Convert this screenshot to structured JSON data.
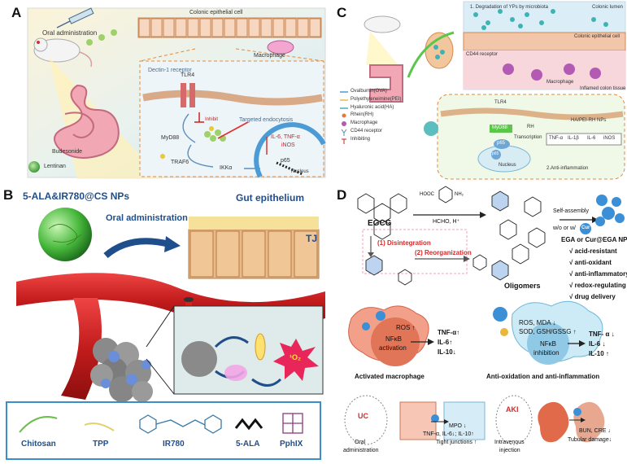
{
  "panel_a": {
    "label": "A",
    "oral_administration": "Oral administration",
    "colonic_epithelial_cell": "Colonic epithelial cell",
    "macrophage": "Macrophage",
    "dectin_receptor": "Dectin-1 receptor",
    "tlr4": "TLR4",
    "inhibit": "Inhibit",
    "targeted_endocytosis": "Targeted endocytosis",
    "myd88": "MyD88",
    "traf6": "TRAF6",
    "ikka": "IKKα",
    "cytokines_line1": "IL-6, TNF-α",
    "cytokines_line2": "iNOS",
    "p65": "p65",
    "nucleus": "Nucleus",
    "budesonide": "Budesonide",
    "lentinan": "Lentinan"
  },
  "panel_b": {
    "label": "B",
    "nps_title": "5-ALA&IR780@CS NPs",
    "oral_administration": "Oral administration",
    "gut_epithelium": "Gut epithelium",
    "tj": "TJ",
    "singlet_oxygen": "¹O₂",
    "legend": [
      "Chitosan",
      "TPP",
      "IR780",
      "5-ALA",
      "PphIX"
    ]
  },
  "panel_c": {
    "label": "C",
    "step1": "1. Degradation of YPs by microbiota",
    "colonic_lumen": "Colonic lumen",
    "colonic_epithelial_cell": "Colonic epithelial cell",
    "cd44_receptor": "CD44 receptor",
    "macrophage": "Macrophage",
    "inflamed_tissue": "Inflamed colon tissue",
    "tlr4": "TLR4",
    "ha_pei_rh": "HA/PEI-RH NPs",
    "myd88": "MyD88",
    "rh": "RH",
    "p65_top": "p65",
    "p65_nuc": "p65",
    "nucleus": "Nucleus",
    "transcription": "Transcription",
    "cyt_tnf": "TNF-α",
    "cyt_il1": "IL-1β",
    "cyt_il6": "IL-6",
    "cyt_inos": "iNOS",
    "step2": "2.Anti-inflammation",
    "legend": [
      "Ovalbumin(OVA)",
      "Polyethyleneimine(PEI)",
      "Hyaluronic acid(HA)",
      "Rhein(RH)",
      "Macrophage",
      "CD44 receptor",
      "Inhibiting"
    ]
  },
  "panel_d": {
    "label": "D",
    "egcg": "EGCG",
    "reagent": "HOOC",
    "reagent_nh2": "NH₂",
    "conditions": "HCHO, H⁺",
    "disintegration": "(1) Disintegration",
    "reorganization": "(2) Reorganization",
    "oligomers": "Oligomers",
    "self_assembly": "Self-assembly",
    "with_cur": "w/o or w/",
    "cur": "Cur",
    "np_title": "EGA or Cur@EGA NPs",
    "properties": [
      "√ acid-resistant",
      "√ anti-oxidant",
      "√ anti-inflammatory",
      "√ redox-regulating",
      "√ drug delivery"
    ],
    "ros_up": "ROS ↑",
    "nfkb_activation_1": "NFκB",
    "nfkb_activation_2": "activation",
    "left_cyt": [
      "TNF-α↑",
      "IL-6↑",
      "IL-10↓"
    ],
    "activated_macrophage": "Activated macrophage",
    "ros_mda": "ROS, MDA ↓",
    "sod_gsh": "SOD, GSH/GSSG ↑",
    "nfkb_inhibition_1": "NFκB",
    "nfkb_inhibition_2": "inhibition",
    "right_cyt": [
      "TNF- α ↓",
      "IL-6 ↓",
      "IL-10 ↑"
    ],
    "anti_ox": "Anti-oxidation and anti-inflammation",
    "uc": "UC",
    "oral": "Oral",
    "administration": "administration",
    "mpo": "MPO ↓",
    "uc_cyt": "TNF-α, IL-6↓; IL-10↑",
    "tight_junctions": "Tight junctions ↑",
    "aki": "AKI",
    "intravenous": "Intravenous",
    "injection": "injection",
    "bun": "BUN, CRE ↓",
    "tubular": "Tubular damage↓"
  }
}
